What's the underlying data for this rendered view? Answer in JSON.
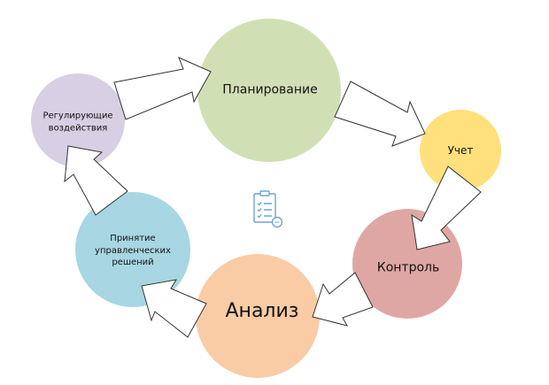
{
  "diagram": {
    "type": "management-cycle",
    "nodes": [
      {
        "id": "planning",
        "label": "Планирование",
        "color": "#d1e0b4"
      },
      {
        "id": "accounting",
        "label": "Учет",
        "color": "#ffe07c"
      },
      {
        "id": "control",
        "label": "Контроль",
        "color": "#dfa7a3"
      },
      {
        "id": "analysis",
        "label": "Анализ",
        "color": "#f9cca6"
      },
      {
        "id": "decisions",
        "label_lines": [
          "Принятие",
          "управленческих",
          "решений"
        ],
        "color": "#a8d6e3"
      },
      {
        "id": "regulating",
        "label_lines": [
          "Регулирующие",
          "воздействия"
        ],
        "color": "#d7cfe3"
      }
    ],
    "edges": [
      {
        "from": "regulating",
        "to": "planning"
      },
      {
        "from": "planning",
        "to": "accounting"
      },
      {
        "from": "accounting",
        "to": "control"
      },
      {
        "from": "control",
        "to": "analysis"
      },
      {
        "from": "analysis",
        "to": "decisions"
      },
      {
        "from": "decisions",
        "to": "regulating"
      }
    ],
    "center_icon": "clipboard-checklist-icon",
    "icon_color": "#6fa3d8",
    "arrow_stroke": "#333333"
  }
}
